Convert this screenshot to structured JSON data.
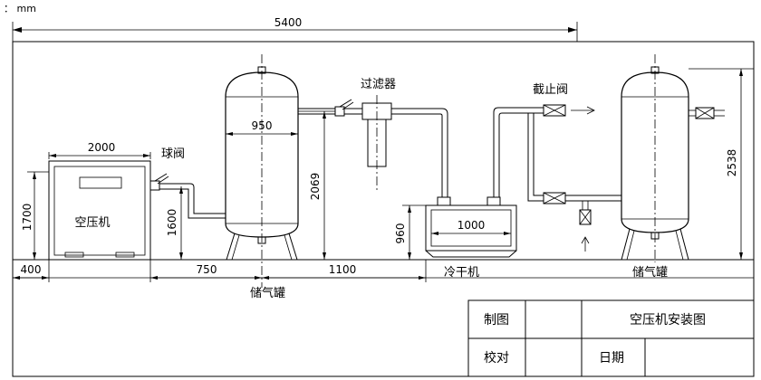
{
  "unit_label": "： mm",
  "dimensions": {
    "total_width": "5400",
    "compressor_width": "2000",
    "compressor_height": "1700",
    "compressor_offset": "400",
    "ball_valve_height": "1600",
    "spacing_compressor_tank": "750",
    "tank_width": "950",
    "tank_height": "2069",
    "spacing_tank_dryer": "1100",
    "dryer_width": "1000",
    "dryer_height": "960",
    "second_tank_height": "2538"
  },
  "labels": {
    "ball_valve": "球阀",
    "filter": "过滤器",
    "stop_valve": "截止阀",
    "compressor": "空压机",
    "storage_tank_1": "储气罐",
    "dryer": "冷干机",
    "storage_tank_2": "储气罐"
  },
  "title_block": {
    "drawn_by": "制图",
    "checked_by": "校对",
    "title": "空压机安装图",
    "date": "日期"
  }
}
